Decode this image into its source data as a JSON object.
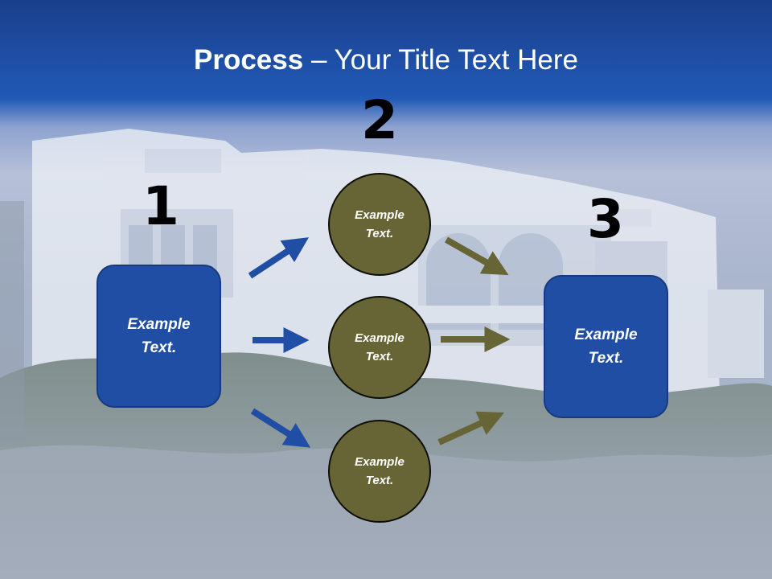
{
  "slide": {
    "title_bold": "Process",
    "title_rest": " – Your Title Text Here"
  },
  "steps": {
    "step1_number": "1",
    "step2_number": "2",
    "step3_number": "3"
  },
  "nodes": {
    "start_box": "Example\nText.",
    "circle_top": "Example\nText.",
    "circle_middle": "Example\nText.",
    "circle_bottom": "Example\nText.",
    "end_box": "Example\nText."
  },
  "colors": {
    "box_fill": "#1f4ea4",
    "circle_fill": "#676535",
    "arrow_blue": "#1f4ea4",
    "arrow_olive": "#676535",
    "header_blue": "#1e55b0"
  }
}
